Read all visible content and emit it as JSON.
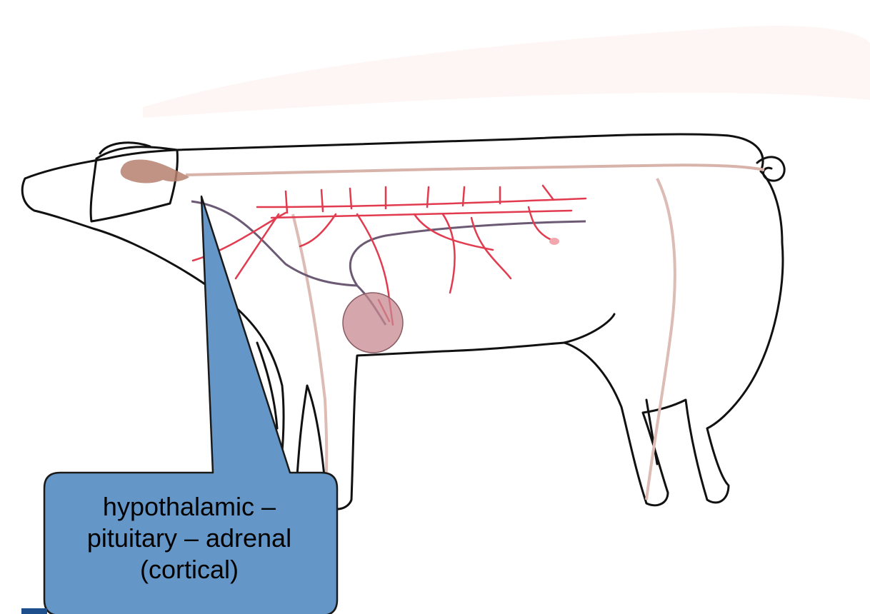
{
  "callout": {
    "lines": [
      "hypothalamic –",
      "pituitary – adrenal",
      "(cortical)"
    ]
  },
  "colors": {
    "outline": "#111111",
    "spinal_cord": "#d7b3aa",
    "blood_vessels": "#e23b4f",
    "nerves": "#6c5a74",
    "pituitary": "#b58070",
    "adrenal": "#c88891",
    "callout_fill": "#6497c8",
    "callout_stroke": "#1a1a1a"
  }
}
